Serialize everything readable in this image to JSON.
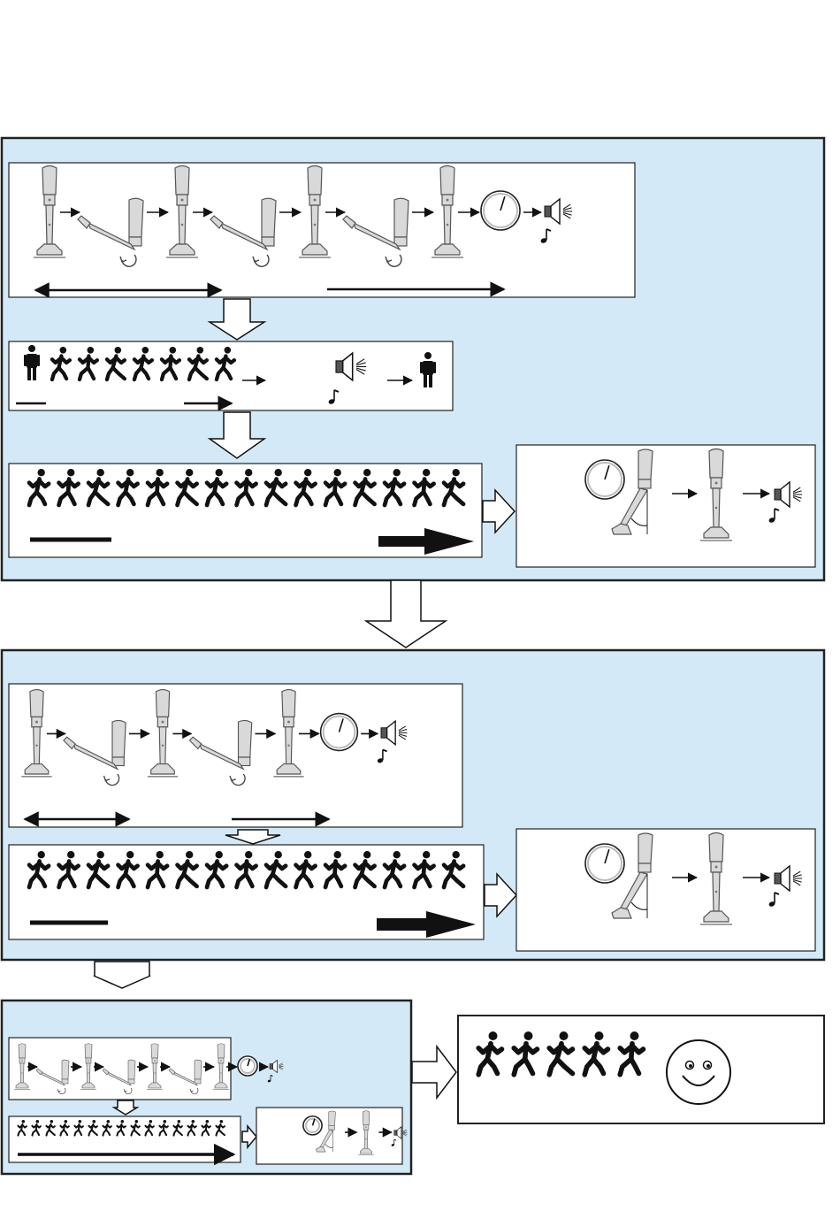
{
  "colors": {
    "panel_fill": "#d4e9f7",
    "frame_stroke": "#222222",
    "box_fill": "#ffffff",
    "icon": "#111111",
    "prosthesis_fill": "#d9d9d9",
    "prosthesis_stroke": "#555555"
  },
  "icons": {
    "stage1": [
      "prosthetic-leg-extended",
      "prosthetic-leg-flexed",
      "timer-dial",
      "speaker-with-music-note",
      "standing-figure",
      "walking-figure",
      "happy-face"
    ],
    "summary": [
      "walking-figure",
      "smiley-face-icon"
    ]
  },
  "stages": [
    {
      "name": "stage-1",
      "walking_figures_row1": 8,
      "walking_figures_row2": 15
    },
    {
      "name": "stage-2",
      "walking_figures_row2": 15
    },
    {
      "name": "stage-3",
      "walking_figures_row2": 15
    },
    {
      "name": "outcome",
      "walking_figures": 5
    }
  ]
}
